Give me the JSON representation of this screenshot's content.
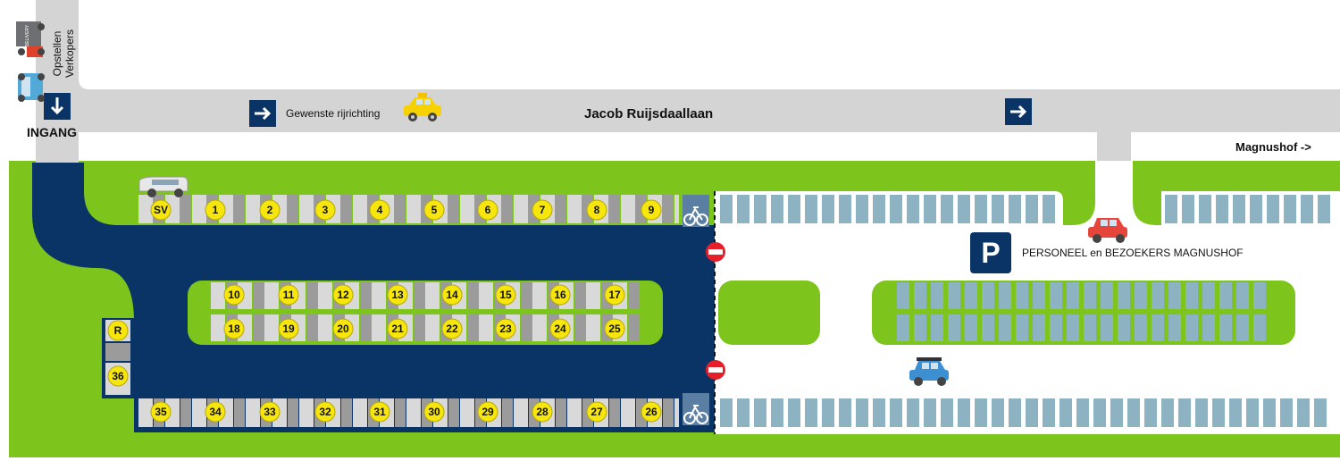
{
  "labels": {
    "street": "Jacob Ruijsdaallaan",
    "direction": "Gewenste rijrichting",
    "entrance": "INGANG",
    "magnushof": "Magnushof ->",
    "vendors_line1": "Opstellen",
    "vendors_line2": "Verkopers",
    "parking_letter": "P",
    "parking_caption": "PERSONEEL en BEZOEKERS MAGNUSHOF",
    "delivery": "DELIVERY"
  },
  "stalls": {
    "top_row": [
      "SV",
      "1",
      "2",
      "3",
      "4",
      "5",
      "6",
      "7",
      "8",
      "9"
    ],
    "middle_upper": [
      "10",
      "11",
      "12",
      "13",
      "14",
      "15",
      "16",
      "17"
    ],
    "middle_lower": [
      "18",
      "19",
      "20",
      "21",
      "22",
      "23",
      "24",
      "25"
    ],
    "bottom_row": [
      "35",
      "34",
      "33",
      "32",
      "31",
      "30",
      "29",
      "28",
      "27",
      "26"
    ],
    "left_column": [
      "R",
      "36"
    ]
  },
  "colors": {
    "market_area": "#0b3466",
    "grass": "#7dc41d",
    "road": "#d4d4d4",
    "parking_space": "#8db3c2",
    "stall_light": "#d9d9d9",
    "stall_dark": "#9b9b9b",
    "stall_badge": "#f7e60e",
    "no_entry": "#e5202a",
    "sign": "#0b3466"
  },
  "icons": [
    "arrow-right-icon",
    "arrow-down-icon",
    "taxi-icon",
    "van-icon",
    "delivery-truck-icon",
    "car-icon",
    "bicycle-icon",
    "no-entry-icon",
    "parking-sign-icon"
  ]
}
